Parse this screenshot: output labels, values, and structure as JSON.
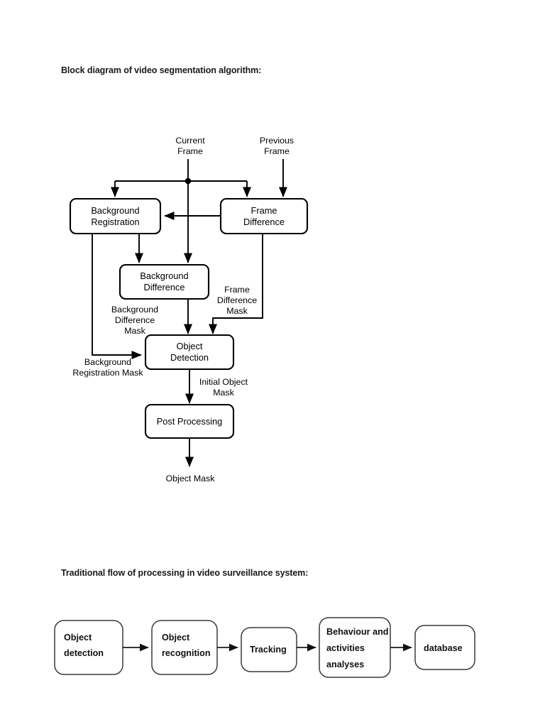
{
  "document": {
    "section_1_heading": "Block diagram of video segmentation algorithm:",
    "section_2_heading": "Traditional flow of processing in video surveillance system:"
  },
  "colors": {
    "page_background": "#ffffff",
    "stroke": "#000000",
    "text": "#000000",
    "heading_text": "#1a1a1a"
  },
  "diagram_segmentation": {
    "type": "block-diagram",
    "inputs": [
      {
        "id": "current-frame",
        "label_line1": "Current",
        "label_line2": "Frame"
      },
      {
        "id": "previous-frame",
        "label_line1": "Previous",
        "label_line2": "Frame"
      }
    ],
    "blocks": [
      {
        "id": "background-registration",
        "line1": "Background",
        "line2": "Registration"
      },
      {
        "id": "frame-difference",
        "line1": "Frame",
        "line2": "Difference"
      },
      {
        "id": "background-difference",
        "line1": "Background",
        "line2": "Difference"
      },
      {
        "id": "object-detection",
        "line1": "Object",
        "line2": "Detection"
      },
      {
        "id": "post-processing",
        "line1": "Post Processing",
        "line2": ""
      }
    ],
    "edge_labels": [
      {
        "id": "background-difference-mask",
        "line1": "Background",
        "line2": "Difference",
        "line3": "Mask"
      },
      {
        "id": "frame-difference-mask",
        "line1": "Frame",
        "line2": "Difference",
        "line3": "Mask"
      },
      {
        "id": "background-registration-mask",
        "line1": "Background",
        "line2": "Registration Mask",
        "line3": ""
      },
      {
        "id": "initial-object-mask",
        "line1": "Initial Object",
        "line2": "Mask",
        "line3": ""
      }
    ],
    "output": {
      "id": "object-mask",
      "label": "Object Mask"
    }
  },
  "diagram_surveillance": {
    "type": "linear-flow",
    "stages": [
      {
        "id": "object-detection",
        "line1": "Object",
        "line2": "detection",
        "line3": ""
      },
      {
        "id": "object-recognition",
        "line1": "Object",
        "line2": "recognition",
        "line3": ""
      },
      {
        "id": "tracking",
        "line1": "Tracking",
        "line2": "",
        "line3": ""
      },
      {
        "id": "behaviour-activities-analyses",
        "line1": "Behaviour and",
        "line2": "activities",
        "line3": "analyses"
      },
      {
        "id": "database",
        "line1": "database",
        "line2": "",
        "line3": ""
      }
    ]
  }
}
